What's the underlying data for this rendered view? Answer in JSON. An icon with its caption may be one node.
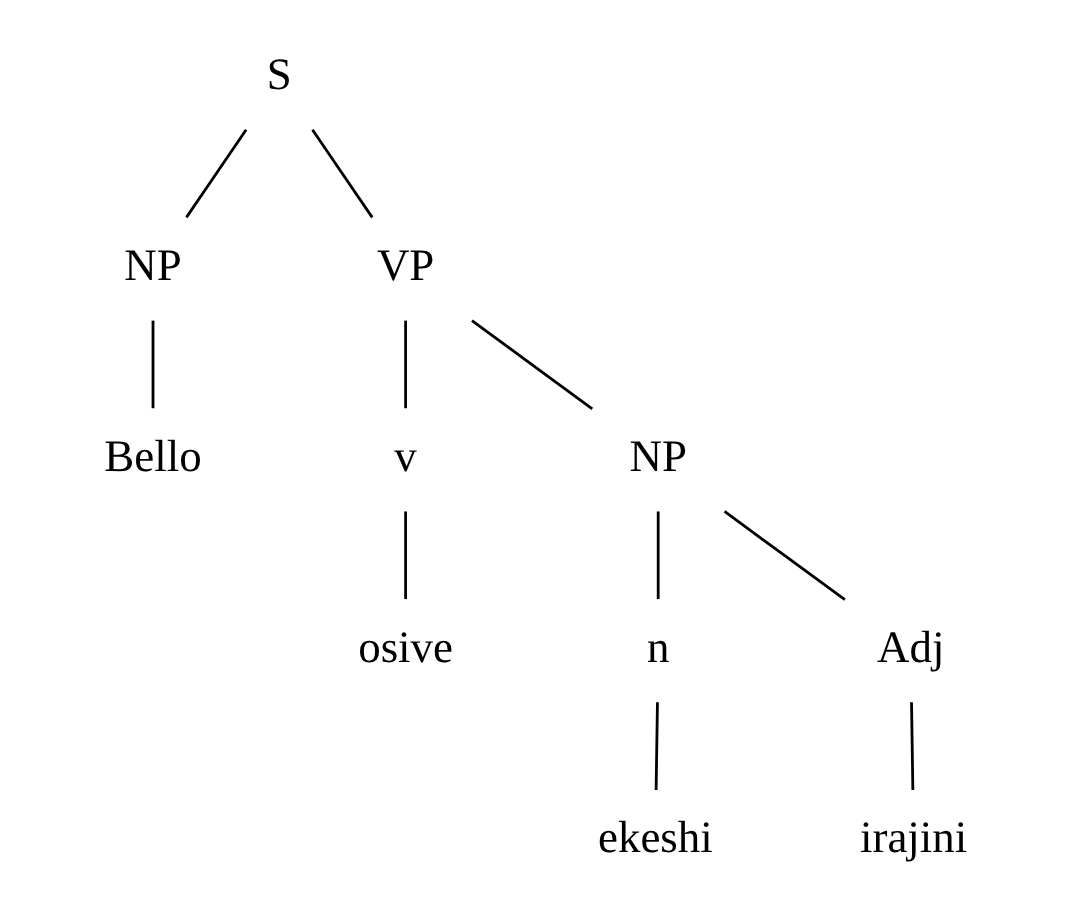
{
  "diagram": {
    "nodes": [
      {
        "text": [
          "S"
        ]
      },
      {
        "text": [
          "NP"
        ]
      },
      {
        "text": [
          "VP"
        ]
      },
      {
        "text": [
          "v"
        ]
      },
      {
        "text": [
          "NP"
        ]
      },
      {
        "text": [
          "Bello"
        ]
      },
      {
        "text": [
          "osive"
        ]
      },
      {
        "text": [
          "n"
        ]
      },
      {
        "text": [
          "Adj"
        ]
      },
      {
        "text": [
          "ekeshi"
        ]
      },
      {
        "text": [
          "irajini"
        ]
      }
    ],
    "edges": [
      {
        "from": 0,
        "to": 1,
        "arrow": "none"
      },
      {
        "from": 0,
        "to": 2,
        "arrow": "none"
      },
      {
        "from": 1,
        "to": 5,
        "arrow": "none"
      },
      {
        "from": 2,
        "to": 3,
        "arrow": "none"
      },
      {
        "from": 2,
        "to": 4,
        "arrow": "none"
      },
      {
        "from": 3,
        "to": 6,
        "arrow": "none"
      },
      {
        "from": 4,
        "to": 7,
        "arrow": "none"
      },
      {
        "from": 4,
        "to": 8,
        "arrow": "none"
      },
      {
        "from": 7,
        "to": 9,
        "arrow": "none"
      },
      {
        "from": 8,
        "to": 10,
        "arrow": "none"
      }
    ]
  }
}
